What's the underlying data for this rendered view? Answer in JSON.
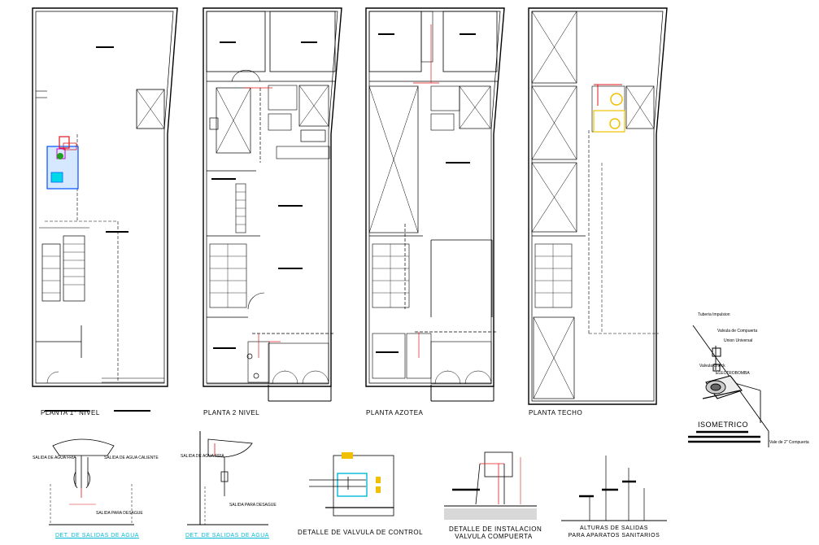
{
  "plans": [
    {
      "id": "plan-1",
      "title": "PLANTA  1° NIVEL"
    },
    {
      "id": "plan-2",
      "title": "PLANTA  2  NIVEL"
    },
    {
      "id": "plan-3",
      "title": "PLANTA  AZOTEA"
    },
    {
      "id": "plan-4",
      "title": "PLANTA  TECHO"
    }
  ],
  "isometric": {
    "title": "ISOMETRICO"
  },
  "details": {
    "lavatory_1": "DET. DE SALIDAS DE AGUA",
    "lavatory_2": "DET. DE SALIDAS DE AGUA",
    "control_valve": "DETALLE DE VALVULA DE CONTROL",
    "gate_valve_line1": "DETALLE DE INSTALACION",
    "gate_valve_line2": "VALVULA COMPUERTA",
    "outlet_heights_line1": "ALTURAS DE SALIDAS",
    "outlet_heights_line2": "PARA APARATOS SANITARIOS"
  },
  "small_notes": {
    "hot_water": "SALIDA DE AGUA CALIENTE",
    "cold_water": "SALIDA DE AGUA FRIA",
    "drain": "SALIDA PARA DESAGUE",
    "cold_water_2": "SALIDA DE AGUA FRIA",
    "drain_2": "SALIDA PARA DESAGUE",
    "iso_pipe": "Tuberia Impulsion",
    "iso_valve": "Valvula de Compuerta",
    "iso_union": "Union Universal",
    "iso_check": "Valvula Check",
    "iso_pump": "ELECTROBOMBA",
    "iso_tank": "Vale de 2\" Compuerta"
  },
  "colors": {
    "line": "#000000",
    "pipe_red": "#e01818",
    "cyan": "#00b8d8",
    "yellow": "#f0c000",
    "green": "#20a020",
    "magenta": "#d000d0"
  }
}
